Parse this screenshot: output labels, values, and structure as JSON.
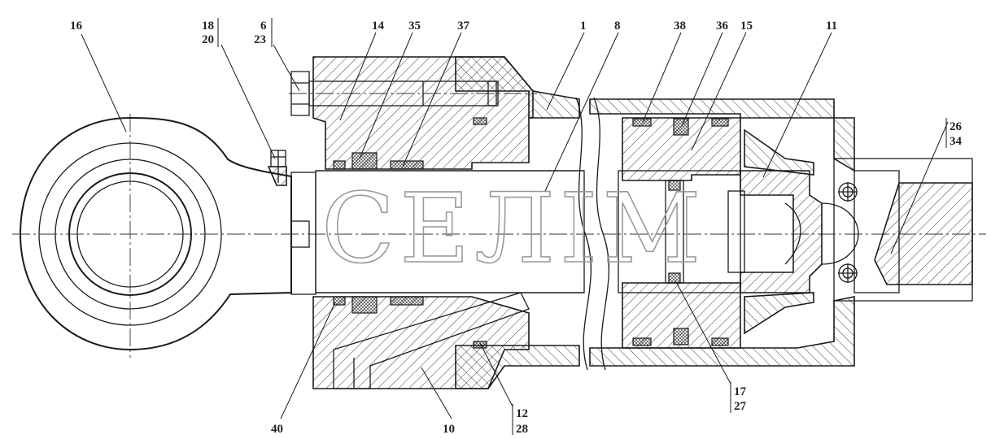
{
  "watermark": "СЕЛІМ",
  "callouts": {
    "c16": "16",
    "c18": "18",
    "c20": "20",
    "c6": "6",
    "c23": "23",
    "c14": "14",
    "c35": "35",
    "c37": "37",
    "c1": "1",
    "c8": "8",
    "c38": "38",
    "c36": "36",
    "c15": "15",
    "c11": "11",
    "c26": "26",
    "c34": "34",
    "c40": "40",
    "c10": "10",
    "c12": "12",
    "c28": "28",
    "c17": "17",
    "c27": "27"
  }
}
